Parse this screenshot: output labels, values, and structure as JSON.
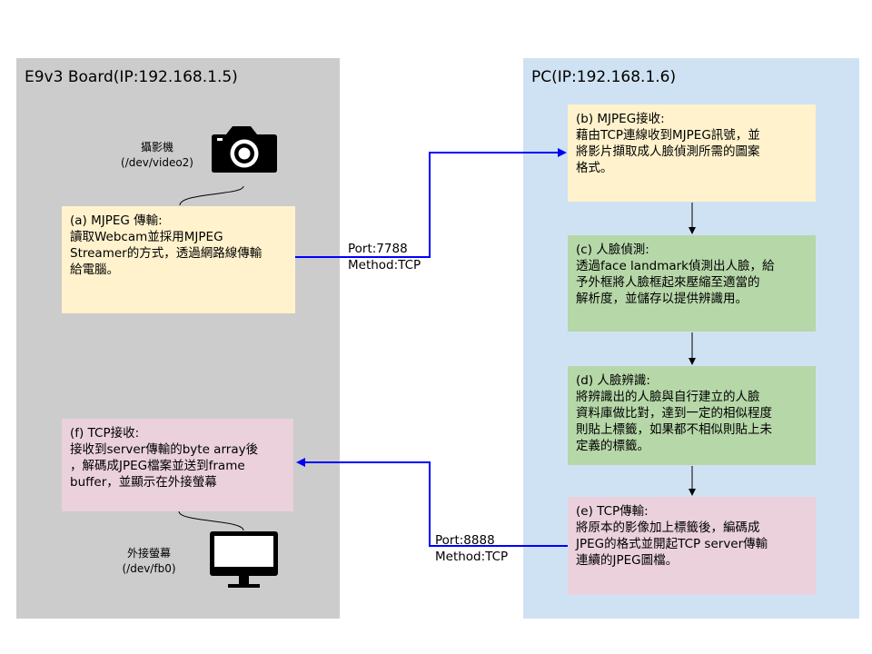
{
  "board": {
    "title": "E9v3 Board(IP:192.168.1.5)",
    "camera": {
      "icon": "camera-icon",
      "name": "攝影機",
      "path": "(/dev/video2)"
    },
    "monitor": {
      "icon": "monitor-icon",
      "name": "外接螢幕",
      "path": "(/dev/fb0)"
    },
    "box_a": {
      "title": "(a) MJPEG 傳輸:",
      "body": "讀取Webcam並採用MJPEG\nStreamer的方式，透過網路線傳輸\n給電腦。"
    },
    "box_f": {
      "title": "(f) TCP接收:",
      "body": "接收到server傳輸的byte array後\n，解碼成JPEG檔案並送到frame\nbuffer，並顯示在外接螢幕"
    }
  },
  "pc": {
    "title": "PC(IP:192.168.1.6)",
    "box_b": {
      "title": "(b) MJPEG接收:",
      "body": "藉由TCP連線收到MJPEG訊號，並\n將影片擷取成人臉偵測所需的圖案\n格式。"
    },
    "box_c": {
      "title": "(c) 人臉偵測:",
      "body": "透過face landmark偵測出人臉，給\n予外框將人臉框起來壓縮至適當的\n解析度，並儲存以提供辨識用。"
    },
    "box_d": {
      "title": "(d) 人臉辨識:",
      "body": "將辨識出的人臉與自行建立的人臉\n資料庫做比對，達到一定的相似程度\n則貼上標籤，如果都不相似則貼上未\n定義的標籤。"
    },
    "box_e": {
      "title": "(e) TCP傳輸:",
      "body": "將原本的影像加上標籤後，編碼成\nJPEG的格式並開起TCP server傳輸\n連續的JPEG圖檔。"
    }
  },
  "links": {
    "a_to_b": {
      "port": "Port:7788",
      "method": "Method:TCP"
    },
    "e_to_f": {
      "port": "Port:8888",
      "method": "Method:TCP"
    }
  },
  "colors": {
    "board_panel": "#cccccc",
    "pc_panel": "#cfe2f3",
    "yellow_box": "#fff2cc",
    "green_box": "#b6d7a8",
    "pink_box": "#ead1dc",
    "network_arrow": "#0000ff",
    "flow_arrow": "#000000"
  }
}
